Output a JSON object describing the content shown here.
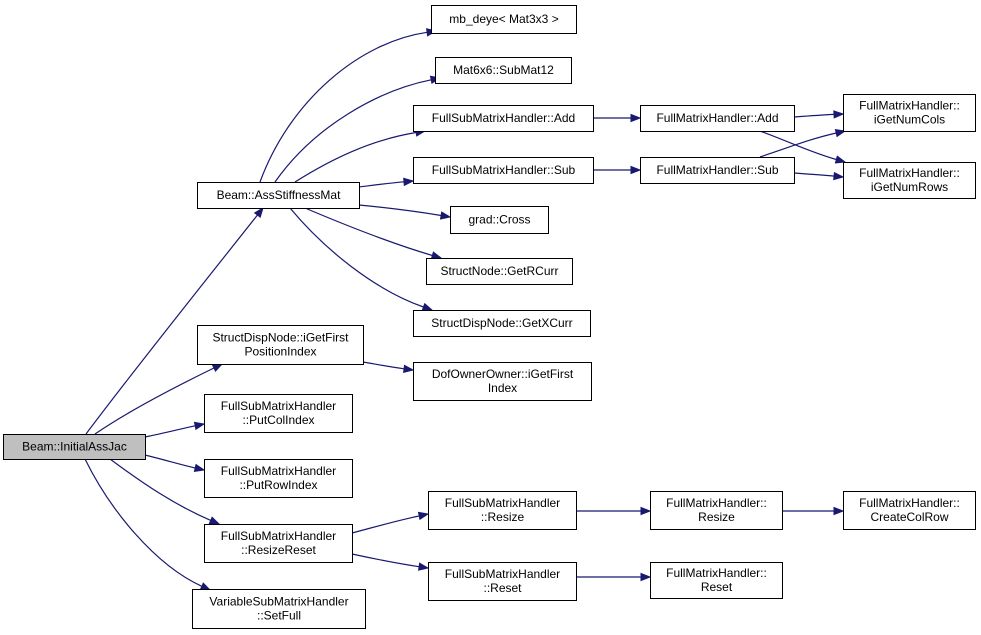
{
  "diagram": {
    "type": "call-graph",
    "colors": {
      "edge": "#191970",
      "root_fill": "#bfbfbf",
      "node_fill": "#ffffff",
      "border": "#000000"
    },
    "nodes": [
      {
        "id": "initial_ass_jac",
        "lines": [
          "Beam::InitialAssJac"
        ],
        "root": true
      },
      {
        "id": "ass_stiffness_mat",
        "lines": [
          "Beam::AssStiffnessMat"
        ]
      },
      {
        "id": "mb_deye",
        "lines": [
          "mb_deye< Mat3x3 >"
        ]
      },
      {
        "id": "submat12",
        "lines": [
          "Mat6x6::SubMat12"
        ]
      },
      {
        "id": "fsmh_add",
        "lines": [
          "FullSubMatrixHandler::Add"
        ]
      },
      {
        "id": "fsmh_sub",
        "lines": [
          "FullSubMatrixHandler::Sub"
        ]
      },
      {
        "id": "grad_cross",
        "lines": [
          "grad::Cross"
        ]
      },
      {
        "id": "get_rcurr",
        "lines": [
          "StructNode::GetRCurr"
        ]
      },
      {
        "id": "get_xcurr",
        "lines": [
          "StructDispNode::GetXCurr"
        ]
      },
      {
        "id": "fmh_add",
        "lines": [
          "FullMatrixHandler::Add"
        ]
      },
      {
        "id": "fmh_sub",
        "lines": [
          "FullMatrixHandler::Sub"
        ]
      },
      {
        "id": "get_num_cols",
        "lines": [
          "FullMatrixHandler::",
          "iGetNumCols"
        ]
      },
      {
        "id": "get_num_rows",
        "lines": [
          "FullMatrixHandler::",
          "iGetNumRows"
        ]
      },
      {
        "id": "get_first_position_index",
        "lines": [
          "StructDispNode::iGetFirst",
          "PositionIndex"
        ]
      },
      {
        "id": "dof_get_first_index",
        "lines": [
          "DofOwnerOwner::iGetFirst",
          "Index"
        ]
      },
      {
        "id": "put_col_index",
        "lines": [
          "FullSubMatrixHandler",
          "::PutColIndex"
        ]
      },
      {
        "id": "put_row_index",
        "lines": [
          "FullSubMatrixHandler",
          "::PutRowIndex"
        ]
      },
      {
        "id": "resize_reset",
        "lines": [
          "FullSubMatrixHandler",
          "::ResizeReset"
        ]
      },
      {
        "id": "set_full",
        "lines": [
          "VariableSubMatrixHandler",
          "::SetFull"
        ]
      },
      {
        "id": "fsmh_resize",
        "lines": [
          "FullSubMatrixHandler",
          "::Resize"
        ]
      },
      {
        "id": "fsmh_reset",
        "lines": [
          "FullSubMatrixHandler",
          "::Reset"
        ]
      },
      {
        "id": "fmh_resize",
        "lines": [
          "FullMatrixHandler::",
          "Resize"
        ]
      },
      {
        "id": "fmh_reset",
        "lines": [
          "FullMatrixHandler::",
          "Reset"
        ]
      },
      {
        "id": "create_col_row",
        "lines": [
          "FullMatrixHandler::",
          "CreateColRow"
        ]
      }
    ],
    "edges": [
      [
        "initial_ass_jac",
        "ass_stiffness_mat"
      ],
      [
        "initial_ass_jac",
        "get_first_position_index"
      ],
      [
        "initial_ass_jac",
        "put_col_index"
      ],
      [
        "initial_ass_jac",
        "put_row_index"
      ],
      [
        "initial_ass_jac",
        "resize_reset"
      ],
      [
        "initial_ass_jac",
        "set_full"
      ],
      [
        "ass_stiffness_mat",
        "mb_deye"
      ],
      [
        "ass_stiffness_mat",
        "submat12"
      ],
      [
        "ass_stiffness_mat",
        "fsmh_add"
      ],
      [
        "ass_stiffness_mat",
        "fsmh_sub"
      ],
      [
        "ass_stiffness_mat",
        "grad_cross"
      ],
      [
        "ass_stiffness_mat",
        "get_rcurr"
      ],
      [
        "ass_stiffness_mat",
        "get_xcurr"
      ],
      [
        "fsmh_add",
        "fmh_add"
      ],
      [
        "fsmh_sub",
        "fmh_sub"
      ],
      [
        "fmh_add",
        "get_num_cols"
      ],
      [
        "fmh_add",
        "get_num_rows"
      ],
      [
        "fmh_sub",
        "get_num_cols"
      ],
      [
        "fmh_sub",
        "get_num_rows"
      ],
      [
        "get_first_position_index",
        "dof_get_first_index"
      ],
      [
        "resize_reset",
        "fsmh_resize"
      ],
      [
        "resize_reset",
        "fsmh_reset"
      ],
      [
        "fsmh_resize",
        "fmh_resize"
      ],
      [
        "fsmh_reset",
        "fmh_reset"
      ],
      [
        "fmh_resize",
        "create_col_row"
      ]
    ]
  }
}
